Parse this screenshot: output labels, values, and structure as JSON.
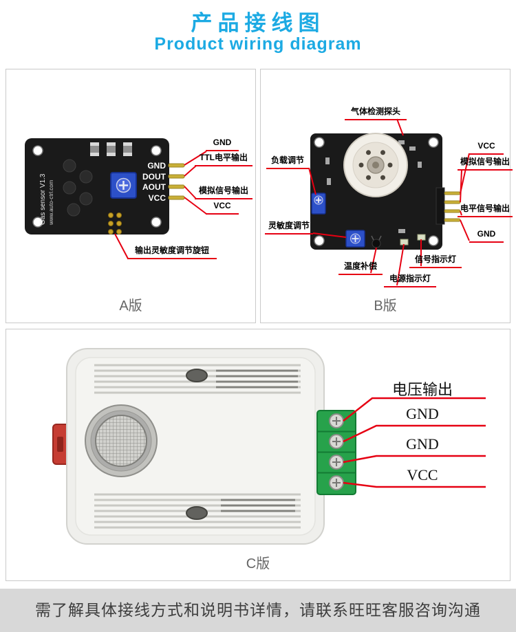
{
  "header": {
    "title_cn": "产品接线图",
    "title_en": "Product wiring diagram"
  },
  "panels": {
    "a": {
      "version_label": "A版",
      "board": {
        "silk1": "Gas sensor V1.3",
        "silk2": "www.auto-ctrl.com",
        "pins": [
          "GND",
          "DOUT",
          "AOUT",
          "VCC"
        ]
      },
      "callouts": {
        "right": [
          "GND",
          "TTL电平输出",
          "模拟信号输出",
          "VCC"
        ],
        "bottom": "输出灵敏度调节旋钮"
      }
    },
    "b": {
      "version_label": "B版",
      "callouts": {
        "top": "气体检测探头",
        "left": [
          "负载调节",
          "灵敏度调节"
        ],
        "right": [
          "VCC",
          "模拟信号输出",
          "电平信号输出",
          "GND"
        ],
        "bottom": [
          "温度补偿",
          "电源指示灯",
          "信号指示灯"
        ]
      }
    },
    "c": {
      "version_label": "C版",
      "callouts": [
        "电压输出",
        "GND",
        "GND",
        "VCC"
      ]
    }
  },
  "footer": {
    "notice": "需了解具体接线方式和说明书详情，请联系旺旺客服咨询沟通"
  },
  "colors": {
    "accent": "#1caae3",
    "callout_red": "#e60012"
  }
}
